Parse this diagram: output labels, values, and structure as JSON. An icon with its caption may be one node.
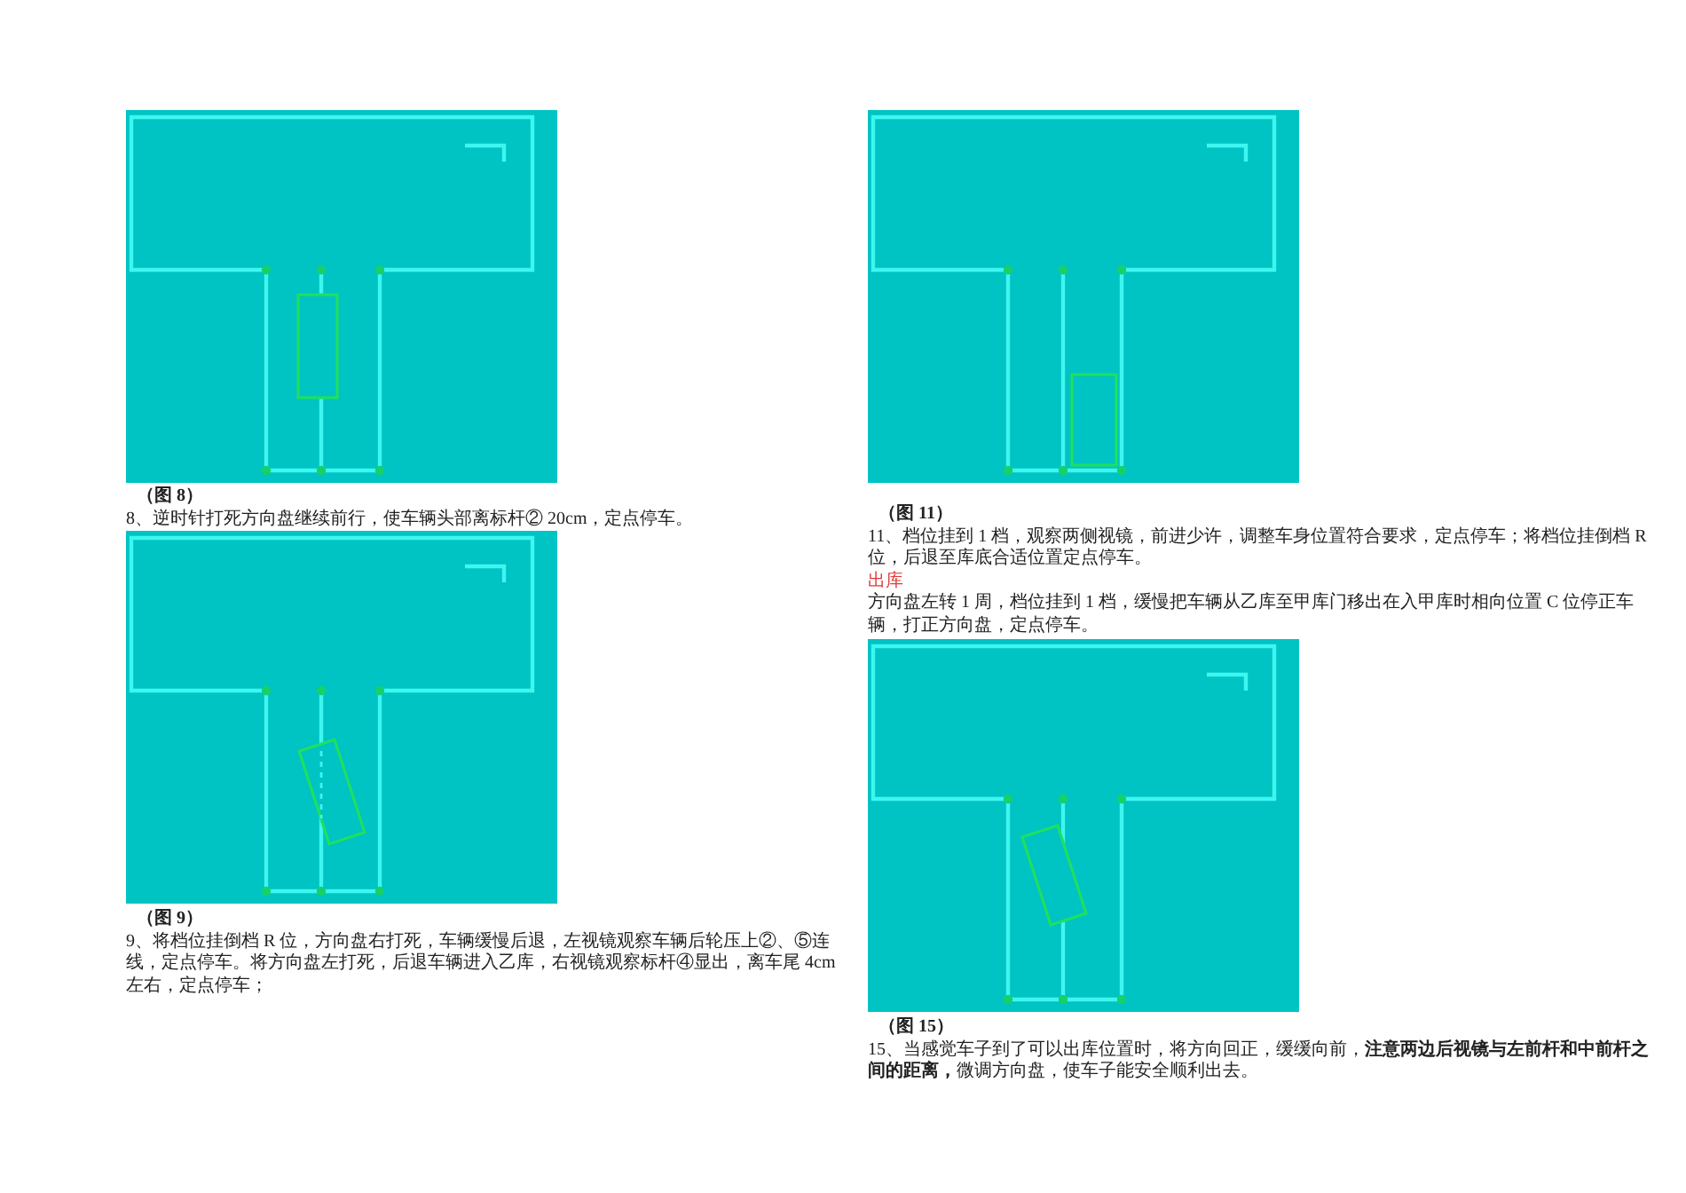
{
  "diagram": {
    "labels": [
      "（图 8）",
      "8、逆时针打死方向盘继续前行，使车辆头部离标杆② 20cm，定点停车。",
      "（图 9）",
      "9、将档位挂倒档 R 位，方向盘右打死，车辆缓慢后退，左视镜观察车辆后轮压上②、⑤连线，定点停车。将方向盘左打死，后退车辆进入乙库，右视镜观察标杆④显出，离车尾 4cm 左右，定点停车；",
      "（图 11）",
      "11、档位挂到 1 档，观察两侧视镜，前进少许，调整车身位置符合要求，定点停车；将档位挂倒档 R 位，后退至库底合适位置定点停车。",
      "出库",
      "方向盘左转 1 周，档位挂到 1 档，缓慢把车辆从乙库至甲库门移出在入甲库时相向位置 C 位停正车辆，打正方向盘，定点停车。",
      "（图 15）",
      "15、当感觉车子到了可以出库位置时，将方向回正，缓缓向前，**注意两边后视镜与左前杆和中前杆之间的距离，**微调方向盘，使车子能安全顺利出去。"
    ]
  }
}
